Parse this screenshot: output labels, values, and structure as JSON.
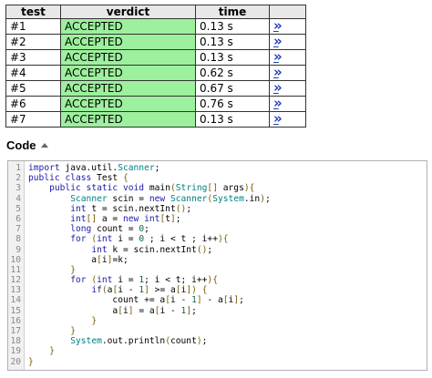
{
  "table": {
    "headers": {
      "test": "test",
      "verdict": "verdict",
      "time": "time"
    },
    "rows": [
      {
        "test": "#1",
        "verdict": "ACCEPTED",
        "time": "0.13 s",
        "link": "»"
      },
      {
        "test": "#2",
        "verdict": "ACCEPTED",
        "time": "0.13 s",
        "link": "»"
      },
      {
        "test": "#3",
        "verdict": "ACCEPTED",
        "time": "0.13 s",
        "link": "»"
      },
      {
        "test": "#4",
        "verdict": "ACCEPTED",
        "time": "0.62 s",
        "link": "»"
      },
      {
        "test": "#5",
        "verdict": "ACCEPTED",
        "time": "0.67 s",
        "link": "»"
      },
      {
        "test": "#6",
        "verdict": "ACCEPTED",
        "time": "0.76 s",
        "link": "»"
      },
      {
        "test": "#7",
        "verdict": "ACCEPTED",
        "time": "0.13 s",
        "link": "»"
      }
    ],
    "colors": {
      "accepted_bg": "#9df09d",
      "link": "#1f3fb5",
      "header_bg": "#e8e8e8"
    }
  },
  "code_section": {
    "heading": "Code",
    "toggle_icon": "caret-up-icon",
    "lines": [
      "import java.util.Scanner;",
      "public class Test {",
      "    public static void main(String[] args){",
      "        Scanner scin = new Scanner(System.in);",
      "        int t = scin.nextInt();",
      "        int[] a = new int[t];",
      "        long count = 0;",
      "        for (int i = 0 ; i < t ; i++){",
      "            int k = scin.nextInt();",
      "            a[i]=k;",
      "        }",
      "        for (int i = 1; i < t; i++){",
      "            if(a[i - 1] >= a[i]) {",
      "                count += a[i - 1] - a[i];",
      "                a[i] = a[i - 1];",
      "            }",
      "        }",
      "        System.out.println(count);",
      "    }",
      "}"
    ]
  }
}
